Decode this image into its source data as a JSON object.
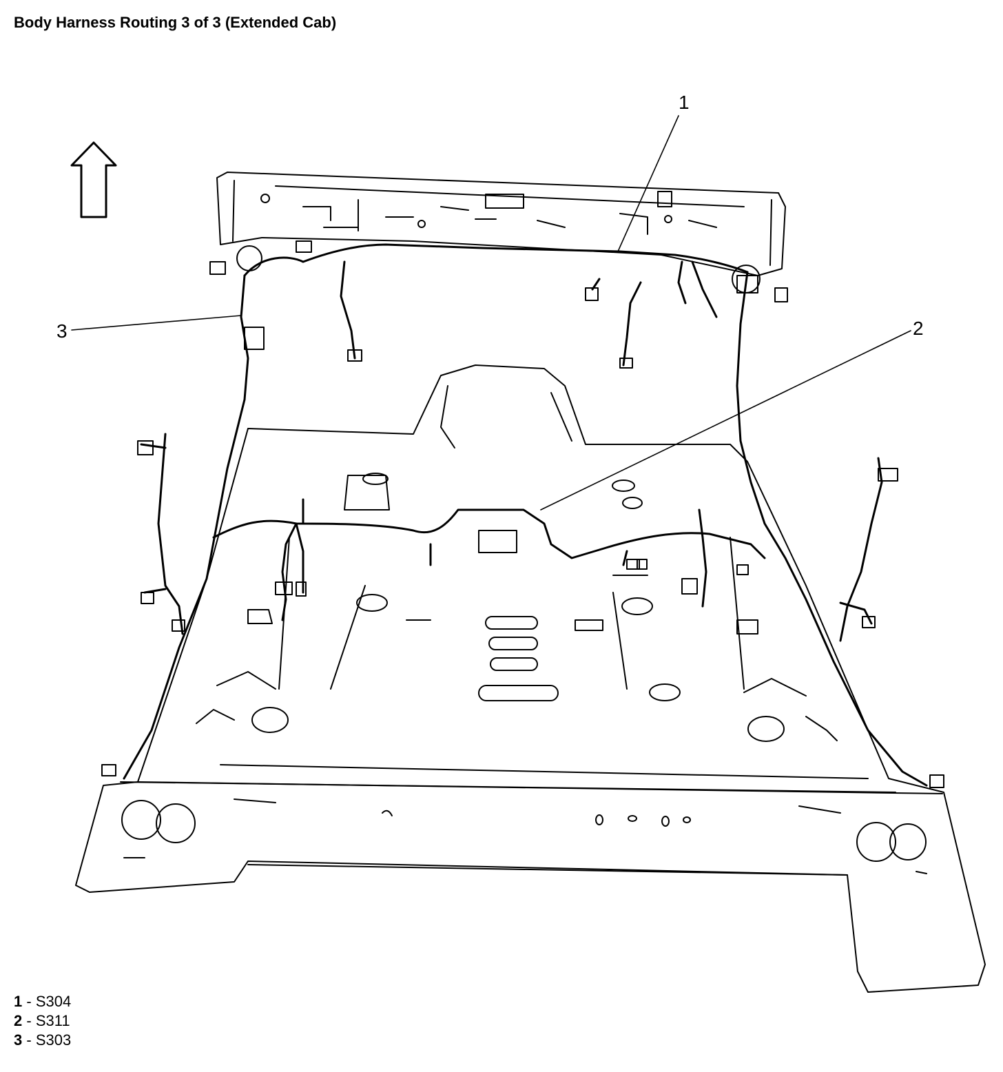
{
  "title": "Body Harness Routing 3 of 3 (Extended Cab)",
  "callouts": [
    {
      "number": "1"
    },
    {
      "number": "2"
    },
    {
      "number": "3"
    }
  ],
  "legend": [
    {
      "number": "1",
      "separator": " - ",
      "label": "S304"
    },
    {
      "number": "2",
      "separator": " - ",
      "label": "S311"
    },
    {
      "number": "3",
      "separator": " - ",
      "label": "S303"
    }
  ],
  "icons": {
    "direction": "forward-arrow-icon"
  }
}
